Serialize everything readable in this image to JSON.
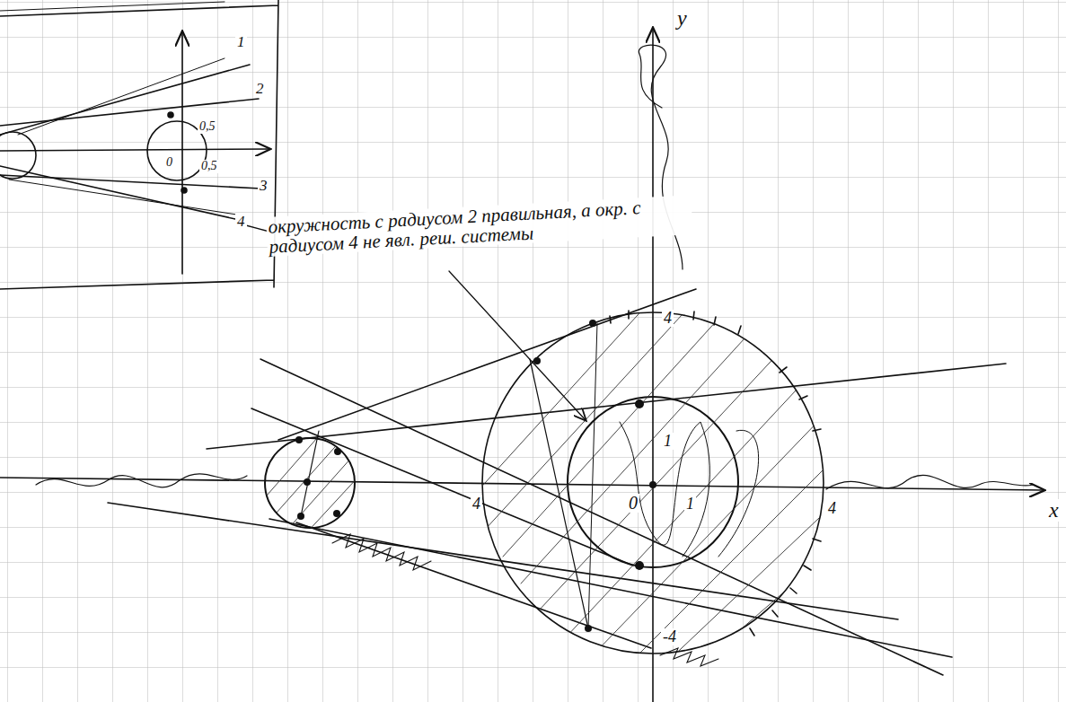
{
  "diagram": {
    "labels": [
      "1",
      "2",
      "3",
      "4",
      "0,5",
      "0,5",
      "0",
      "окружность с радиусом 2 правильная, а окр. с радиусом 4 не явл. реш. системы",
      "y",
      "x",
      "0",
      "1",
      "1",
      "4",
      "-4",
      "4",
      "4"
    ]
  }
}
